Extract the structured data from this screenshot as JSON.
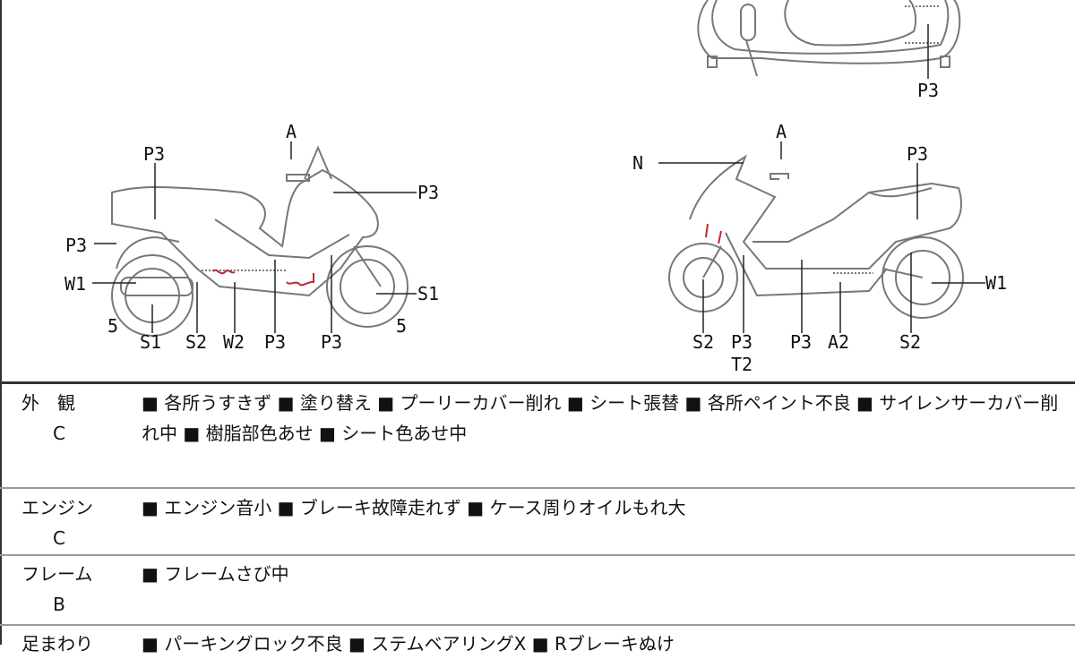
{
  "diagram": {
    "top_view": {
      "labels": [
        "P3"
      ]
    },
    "left_view": {
      "labels": [
        "A",
        "P3",
        "P3",
        "P3",
        "W1",
        "S1",
        "5",
        "S1",
        "S2",
        "W2",
        "P3",
        "P3",
        "5"
      ]
    },
    "right_view": {
      "labels": [
        "N",
        "A",
        "P3",
        "W1",
        "S2",
        "P3",
        "T2",
        "P3",
        "A2",
        "S2"
      ]
    },
    "damage_color": "#c0272d"
  },
  "sections": [
    {
      "name": "外　観",
      "grade": "C",
      "text": "■ 各所うすきず ■ 塗り替え ■ プーリーカバー削れ ■ シート張替 ■ 各所ペイント不良 ■ サイレンサーカバー削れ中 ■ 樹脂部色あせ ■ シート色あせ中"
    },
    {
      "name": "エンジン",
      "grade": "C",
      "text": "■ エンジン音小 ■ ブレーキ故障走れず ■ ケース周りオイルもれ大"
    },
    {
      "name": "フレーム",
      "grade": "B",
      "text": "■ フレームさび中"
    },
    {
      "name": "足まわり",
      "grade": "",
      "text": "■ パーキングロック不良 ■ ステムベアリングX ■ Rブレーキぬけ"
    }
  ]
}
